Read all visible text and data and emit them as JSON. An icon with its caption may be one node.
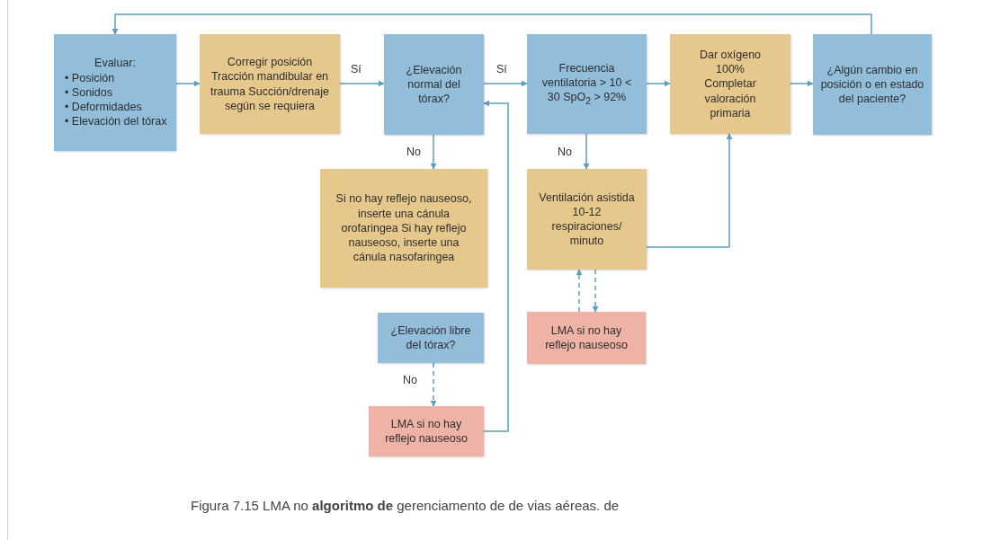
{
  "diagram": {
    "nodes": [
      {
        "text": [
          "Evaluar:",
          "• Posición",
          "• Sonidos",
          "• Deformidades",
          "• Elevación del tórax"
        ]
      },
      {
        "text": [
          "Corregir posición Tracción mandibular en trauma Succión/drenaje según se requiera"
        ]
      },
      {
        "text": [
          "¿Elevación normal del tórax?"
        ]
      },
      {
        "text": [
          "Frecuencia ventilatoria > 10 < 30 SpO$_{2}$ > 92%"
        ]
      },
      {
        "text": [
          "Dar oxígeno 100% Completar valoración primaria"
        ]
      },
      {
        "text": [
          "¿Algún cambio en posición o en estado del paciente?"
        ]
      },
      {
        "text": [
          "Si no hay reflejo nauseoso, inserte una cánula orofaringea Si hay reflejo nauseoso, inserte una cánula nasofaringea"
        ]
      },
      {
        "text": [
          "Ventilación asistida 10-12 respiraciones/ minuto"
        ]
      },
      {
        "text": [
          "LMA si no hay reflejo nauseoso"
        ]
      },
      {
        "text": [
          "¿Elevación libre del tórax?"
        ]
      },
      {
        "text": [
          "LMA si no hay reflejo nauseoso"
        ]
      }
    ],
    "edges": [
      {
        "from": 0,
        "to": 1,
        "arrow": "to"
      },
      {
        "from": 1,
        "to": 2,
        "arrow": "to",
        "label": "Sí"
      },
      {
        "from": 2,
        "to": 3,
        "arrow": "to",
        "label": "Sí"
      },
      {
        "from": 3,
        "to": 4,
        "arrow": "to"
      },
      {
        "from": 4,
        "to": 5,
        "arrow": "to"
      },
      {
        "from": 5,
        "to": 0,
        "arrow": "to"
      },
      {
        "from": 2,
        "to": 6,
        "arrow": "to",
        "label": "No"
      },
      {
        "from": 3,
        "to": 7,
        "arrow": "to",
        "label": "No"
      },
      {
        "from": 7,
        "to": 4,
        "arrow": "to"
      },
      {
        "from": 8,
        "to": 7,
        "arrow": "to",
        "style": "dashed"
      },
      {
        "from": 7,
        "to": 8,
        "arrow": "to",
        "style": "dashed"
      },
      {
        "from": 9,
        "to": 10,
        "arrow": "to",
        "style": "dashed",
        "label": "No"
      },
      {
        "from": 10,
        "to": 2,
        "arrow": "to"
      }
    ],
    "caption": "Figura 7.15 LMA no **algoritmo de** gerenciamento de de vias aéreas. de"
  }
}
